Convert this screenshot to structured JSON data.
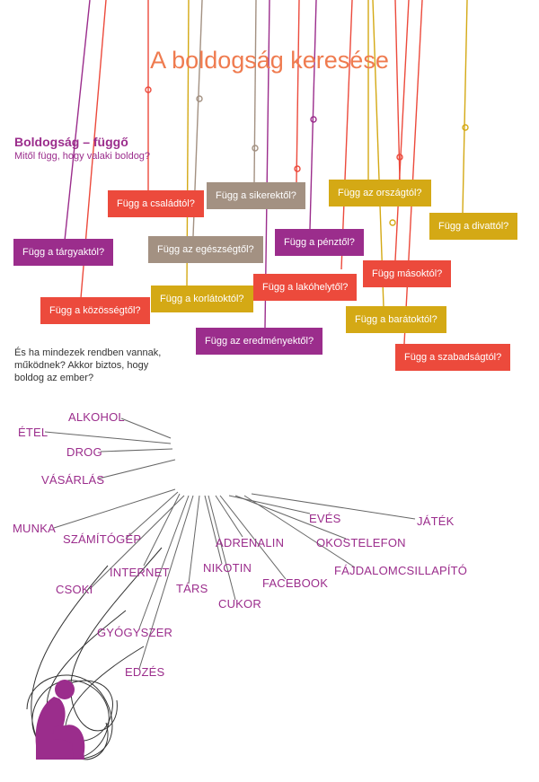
{
  "title": "A boldogság keresése",
  "subtitle": "Boldogság – függő",
  "question": "Mitől függ, hogy valaki boldog?",
  "intro": "És ha mindezek rendben vannak, működnek? Akkor biztos, hogy boldog az ember?",
  "colors": {
    "red": "#ec4a3c",
    "orange": "#ef7b4f",
    "purple": "#9b2d8c",
    "gold": "#d4a915",
    "taupe": "#a39182",
    "line": "#555555"
  },
  "boxes": [
    {
      "label": "Függ a családtól?",
      "color": "#ec4a3c"
    },
    {
      "label": "Függ a sikerektől?",
      "color": "#a39182"
    },
    {
      "label": "Függ az országtól?",
      "color": "#d4a915"
    },
    {
      "label": "Függ a divattól?",
      "color": "#d4a915"
    },
    {
      "label": "Függ a tárgyaktól?",
      "color": "#9b2d8c"
    },
    {
      "label": "Függ az egészségtől?",
      "color": "#a39182"
    },
    {
      "label": "Függ a pénztől?",
      "color": "#9b2d8c"
    },
    {
      "label": "Függ másoktól?",
      "color": "#ec4a3c"
    },
    {
      "label": "Függ a korlátoktól?",
      "color": "#d4a915"
    },
    {
      "label": "Függ a lakóhelytől?",
      "color": "#ec4a3c"
    },
    {
      "label": "Függ a közösségtől?",
      "color": "#ec4a3c"
    },
    {
      "label": "Függ a barátoktól?",
      "color": "#d4a915"
    },
    {
      "label": "Függ az eredményektől?",
      "color": "#9b2d8c"
    },
    {
      "label": "Függ a szabadságtól?",
      "color": "#ec4a3c"
    }
  ],
  "words": [
    "ALKOHOL",
    "ÉTEL",
    "DROG",
    "VÁSÁRLÁS",
    "MUNKA",
    "SZÁMÍTÓGÉP",
    "INTERNET",
    "CSOKI",
    "GYÓGYSZER",
    "EDZÉS",
    "TÁRS",
    "NIKOTIN",
    "CUKOR",
    "ADRENALIN",
    "FACEBOOK",
    "EVÉS",
    "OKOSTELEFON",
    "FÁJDALOMCSILLAPÍTÓ",
    "JÁTÉK"
  ]
}
